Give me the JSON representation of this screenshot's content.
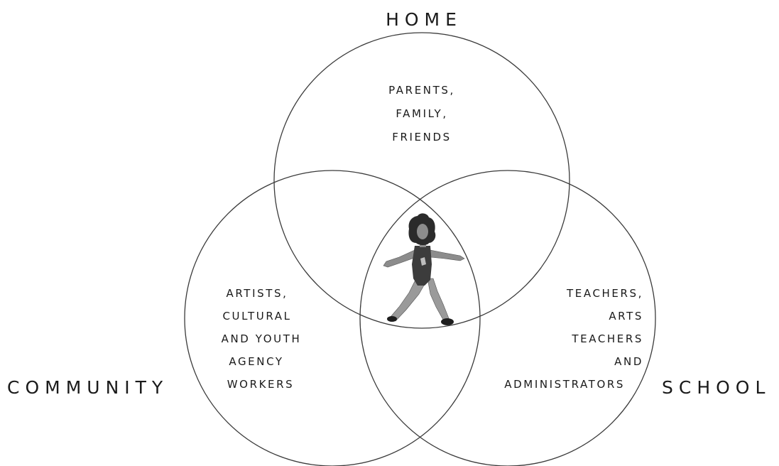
{
  "circles": {
    "home": {
      "title": "HOME",
      "lines": [
        "PARENTS,",
        "FAMILY,",
        "FRIENDS"
      ]
    },
    "community": {
      "title": "COMMUNITY",
      "lines": [
        "ARTISTS,",
        "CULTURAL",
        "AND YOUTH",
        "AGENCY",
        "WORKERS"
      ]
    },
    "school": {
      "title": "SCHOOL",
      "lines": [
        "TEACHERS,",
        "ARTS",
        "TEACHERS",
        "AND",
        "ADMINISTRATORS"
      ]
    }
  },
  "colors": {
    "ring": "#3a3a3a",
    "text": "#1a1a1a",
    "figure_hair": "#2b2b2b",
    "figure_skin": "#8c8c8c",
    "figure_leotard": "#3c3c3c",
    "figure_legs": "#9a9a9a"
  },
  "center_icon": "dancing-child-figure"
}
